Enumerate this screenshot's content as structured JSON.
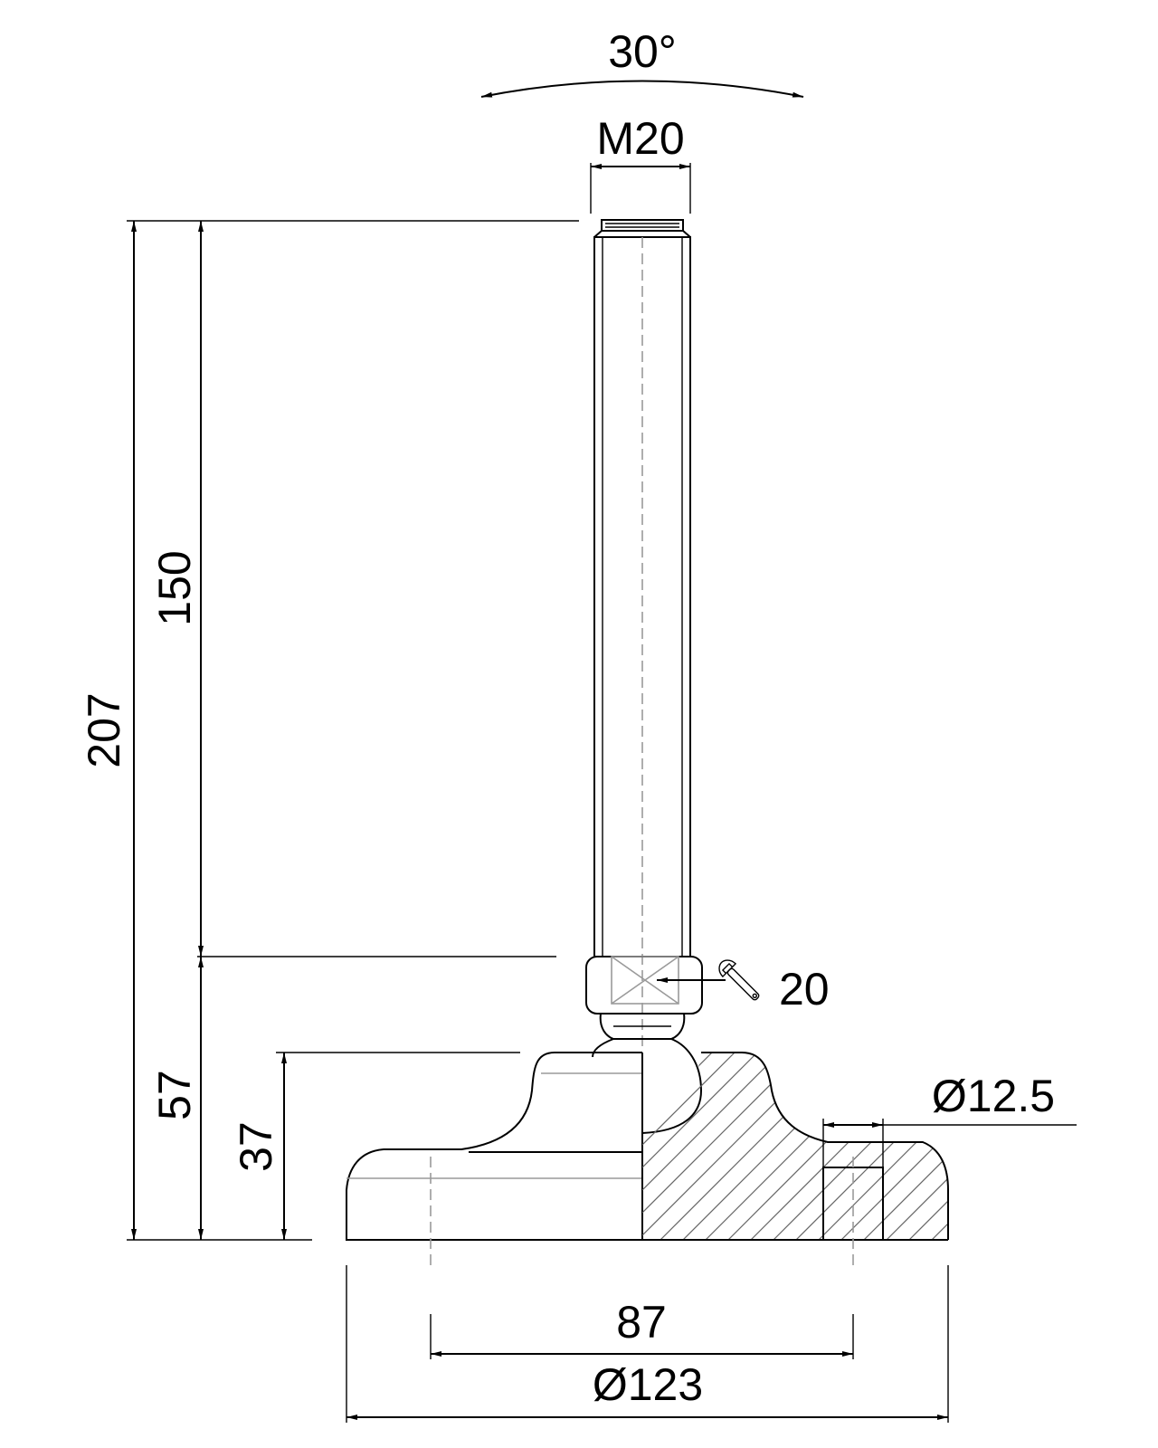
{
  "drawing": {
    "subject": "leveling foot",
    "dimensions": {
      "swivel_angle": "30°",
      "thread": "M20",
      "total_height": "207",
      "thread_length": "150",
      "base_height": "57",
      "foot_height": "37",
      "wrench_size": "20",
      "hole_diameter": "Ø12.5",
      "hole_spacing": "87",
      "base_diameter": "Ø123"
    },
    "icons": {
      "wrench": "wrench-icon"
    },
    "colors": {
      "line": "#000000",
      "centerline": "#9a9a9a",
      "hatch": "#666666",
      "background": "#ffffff"
    }
  }
}
